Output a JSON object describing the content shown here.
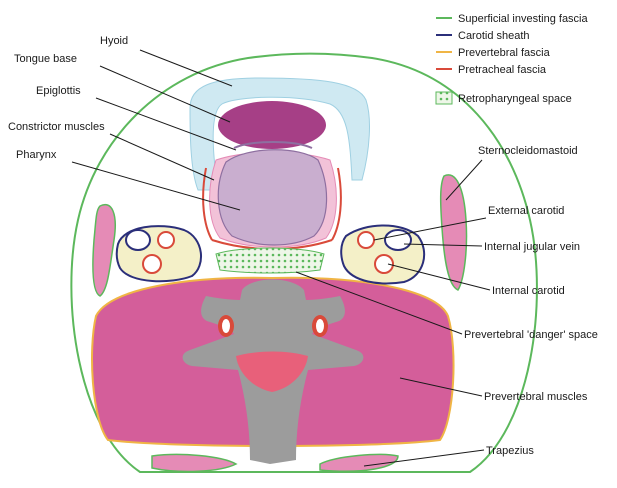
{
  "legend": [
    {
      "label": "Superficial investing fascia",
      "color": "#5cb85c"
    },
    {
      "label": "Carotid sheath",
      "color": "#2b2f7a"
    },
    {
      "label": "Prevertebral fascia",
      "color": "#f0b545"
    },
    {
      "label": "Pretracheal fascia",
      "color": "#d94a3a"
    }
  ],
  "legend_space": {
    "label": "Retropharyngeal space"
  },
  "labels": {
    "hyoid": "Hyoid",
    "tongue_base": "Tongue base",
    "epiglottis": "Epiglottis",
    "constrictor": "Constrictor muscles",
    "pharynx": "Pharynx",
    "scm": "Sternocleidomastoid",
    "external_carotid": "External carotid",
    "ijv": "Internal jugular vein",
    "internal_carotid": "Internal carotid",
    "danger_prefix": "Prevertebral ",
    "danger_bold": "'danger'",
    "danger_suffix": " space",
    "prevertebral_muscles": "Prevertebral muscles",
    "trapezius": "Trapezius"
  },
  "colors": {
    "investing": "#5cb85c",
    "carotid_sheath": "#2b2f7a",
    "prevertebral": "#f0b545",
    "pretracheal": "#d94a3a",
    "hyoid_fill": "#cfe9f2",
    "tongue_fill": "#a63f86",
    "pharynx_fill": "#c9aecf",
    "muscle_fill": "#d45e9a",
    "light_muscle": "#e58bb6",
    "vertebra_fill": "#9c9c9c",
    "spinal_cord": "#e8607a",
    "sheath_fill": "#f4f0c8",
    "retro_fill": "#d9edcf"
  }
}
